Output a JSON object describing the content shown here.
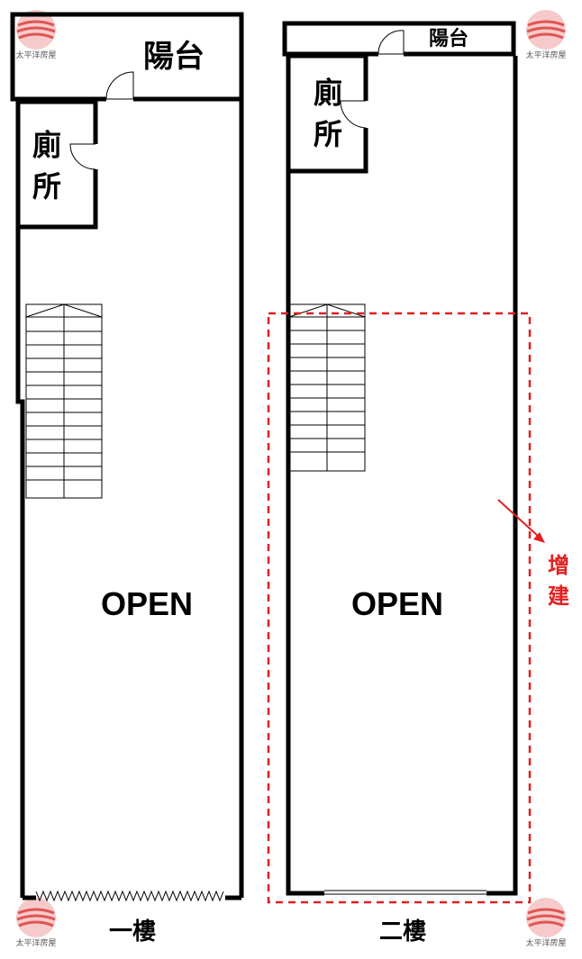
{
  "watermark": {
    "text": "太平洋房屋"
  },
  "colors": {
    "wall": "#000000",
    "addition": "#e02020",
    "logo": "#e05555"
  },
  "floor1": {
    "balcony": "陽台",
    "toilet": "廁所",
    "open": "OPEN",
    "name": "一樓"
  },
  "floor2": {
    "balcony": "陽台",
    "toilet": "廁所",
    "open": "OPEN",
    "name": "二樓",
    "addition": "增建"
  }
}
